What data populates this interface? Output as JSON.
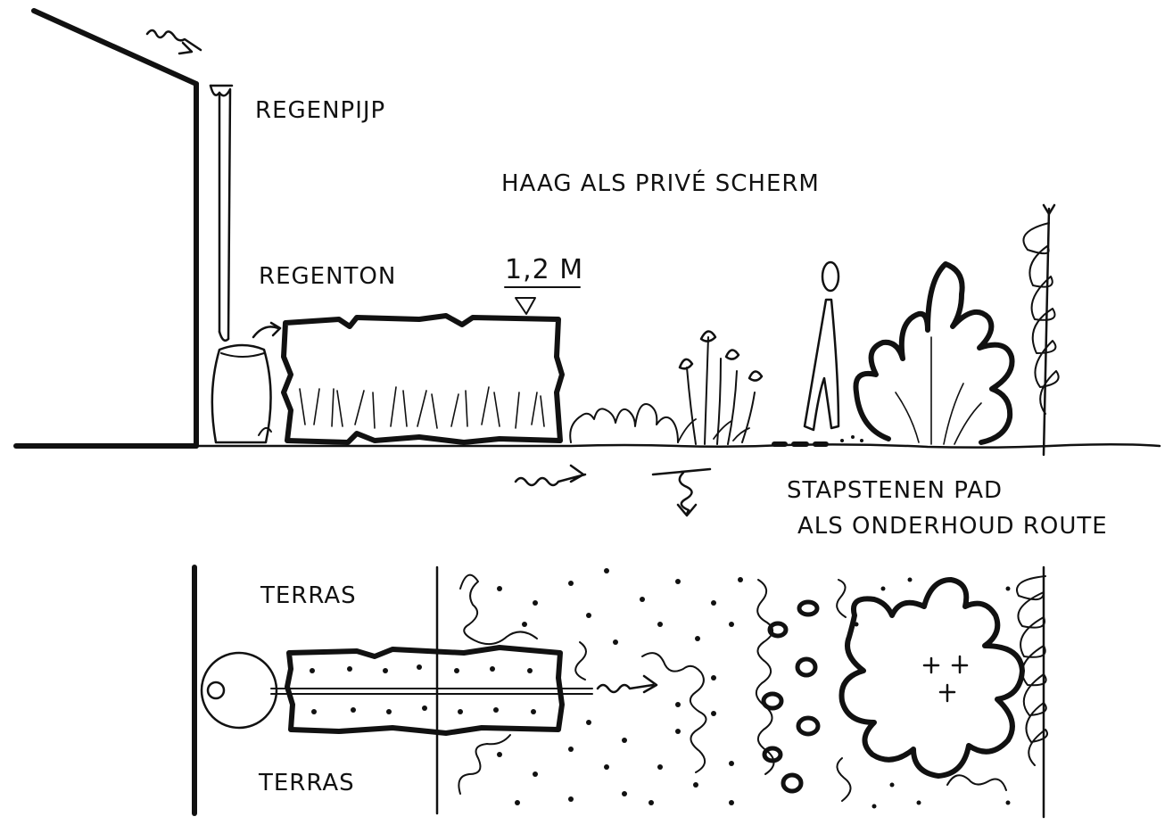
{
  "labels": {
    "regenpijp": "REGENPIJP",
    "haag": "HAAG ALS PRIVÉ SCHERM",
    "regenton": "REGENTON",
    "height": "1,2 M",
    "stapstenen_line1": "STAPSTENEN PAD",
    "stapstenen_line2": "ALS ONDERHOUD ROUTE",
    "terras_top": "TERRAS",
    "terras_bottom": "TERRAS"
  },
  "colors": {
    "ink": "#111111",
    "paper": "#ffffff"
  }
}
